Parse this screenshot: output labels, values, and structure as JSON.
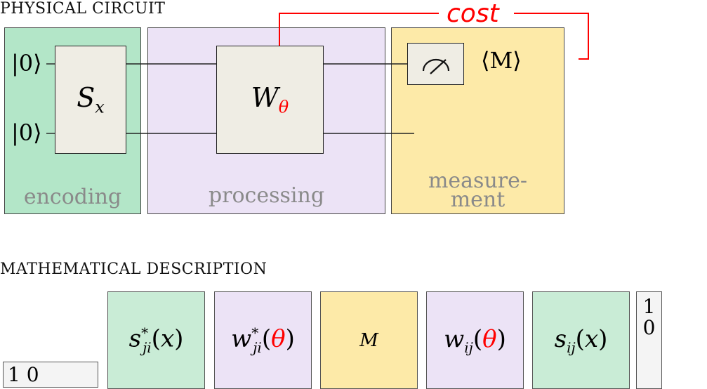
{
  "colors": {
    "encoding": "#b3e6c8",
    "processing": "#ece3f6",
    "measurement": "#fdeaa8",
    "gate": "#efede4",
    "cost": "#ff0000",
    "label_gray": "#8a8a8a",
    "tile_green": "#c9ecd6",
    "tile_purple": "#ece3f6",
    "tile_yellow": "#fdeaa8"
  },
  "physical": {
    "title": "PHYSICAL CIRCUIT",
    "cost_label": "cost",
    "inputs": [
      "|0⟩",
      "|0⟩"
    ],
    "stages": {
      "encoding": "encoding",
      "processing": "processing",
      "measurement_line1": "measure-",
      "measurement_line2": "ment"
    },
    "gates": {
      "encoding_base": "S",
      "encoding_sub": "x",
      "processing_base": "W",
      "processing_sub": "θ"
    },
    "observable": "⟨M⟩",
    "meter_icon": "measurement-meter-icon"
  },
  "mathematical": {
    "title": "MATHEMATICAL DESCRIPTION",
    "left_vector": "1 0",
    "right_vector": [
      "1",
      "0"
    ],
    "tiles": [
      {
        "base": "s",
        "sup": "*",
        "sub": "ji",
        "arg_open": "(",
        "arg": "x",
        "arg_close": ")"
      },
      {
        "base": "w",
        "sup": "*",
        "sub": "ji",
        "arg_open": "(",
        "arg": "θ",
        "arg_close": ")"
      },
      {
        "base": "M"
      },
      {
        "base": "w",
        "sub": "ij",
        "arg_open": "(",
        "arg": "θ",
        "arg_close": ")"
      },
      {
        "base": "s",
        "sub": "ij",
        "arg_open": "(",
        "arg": "x",
        "arg_close": ")"
      }
    ]
  }
}
